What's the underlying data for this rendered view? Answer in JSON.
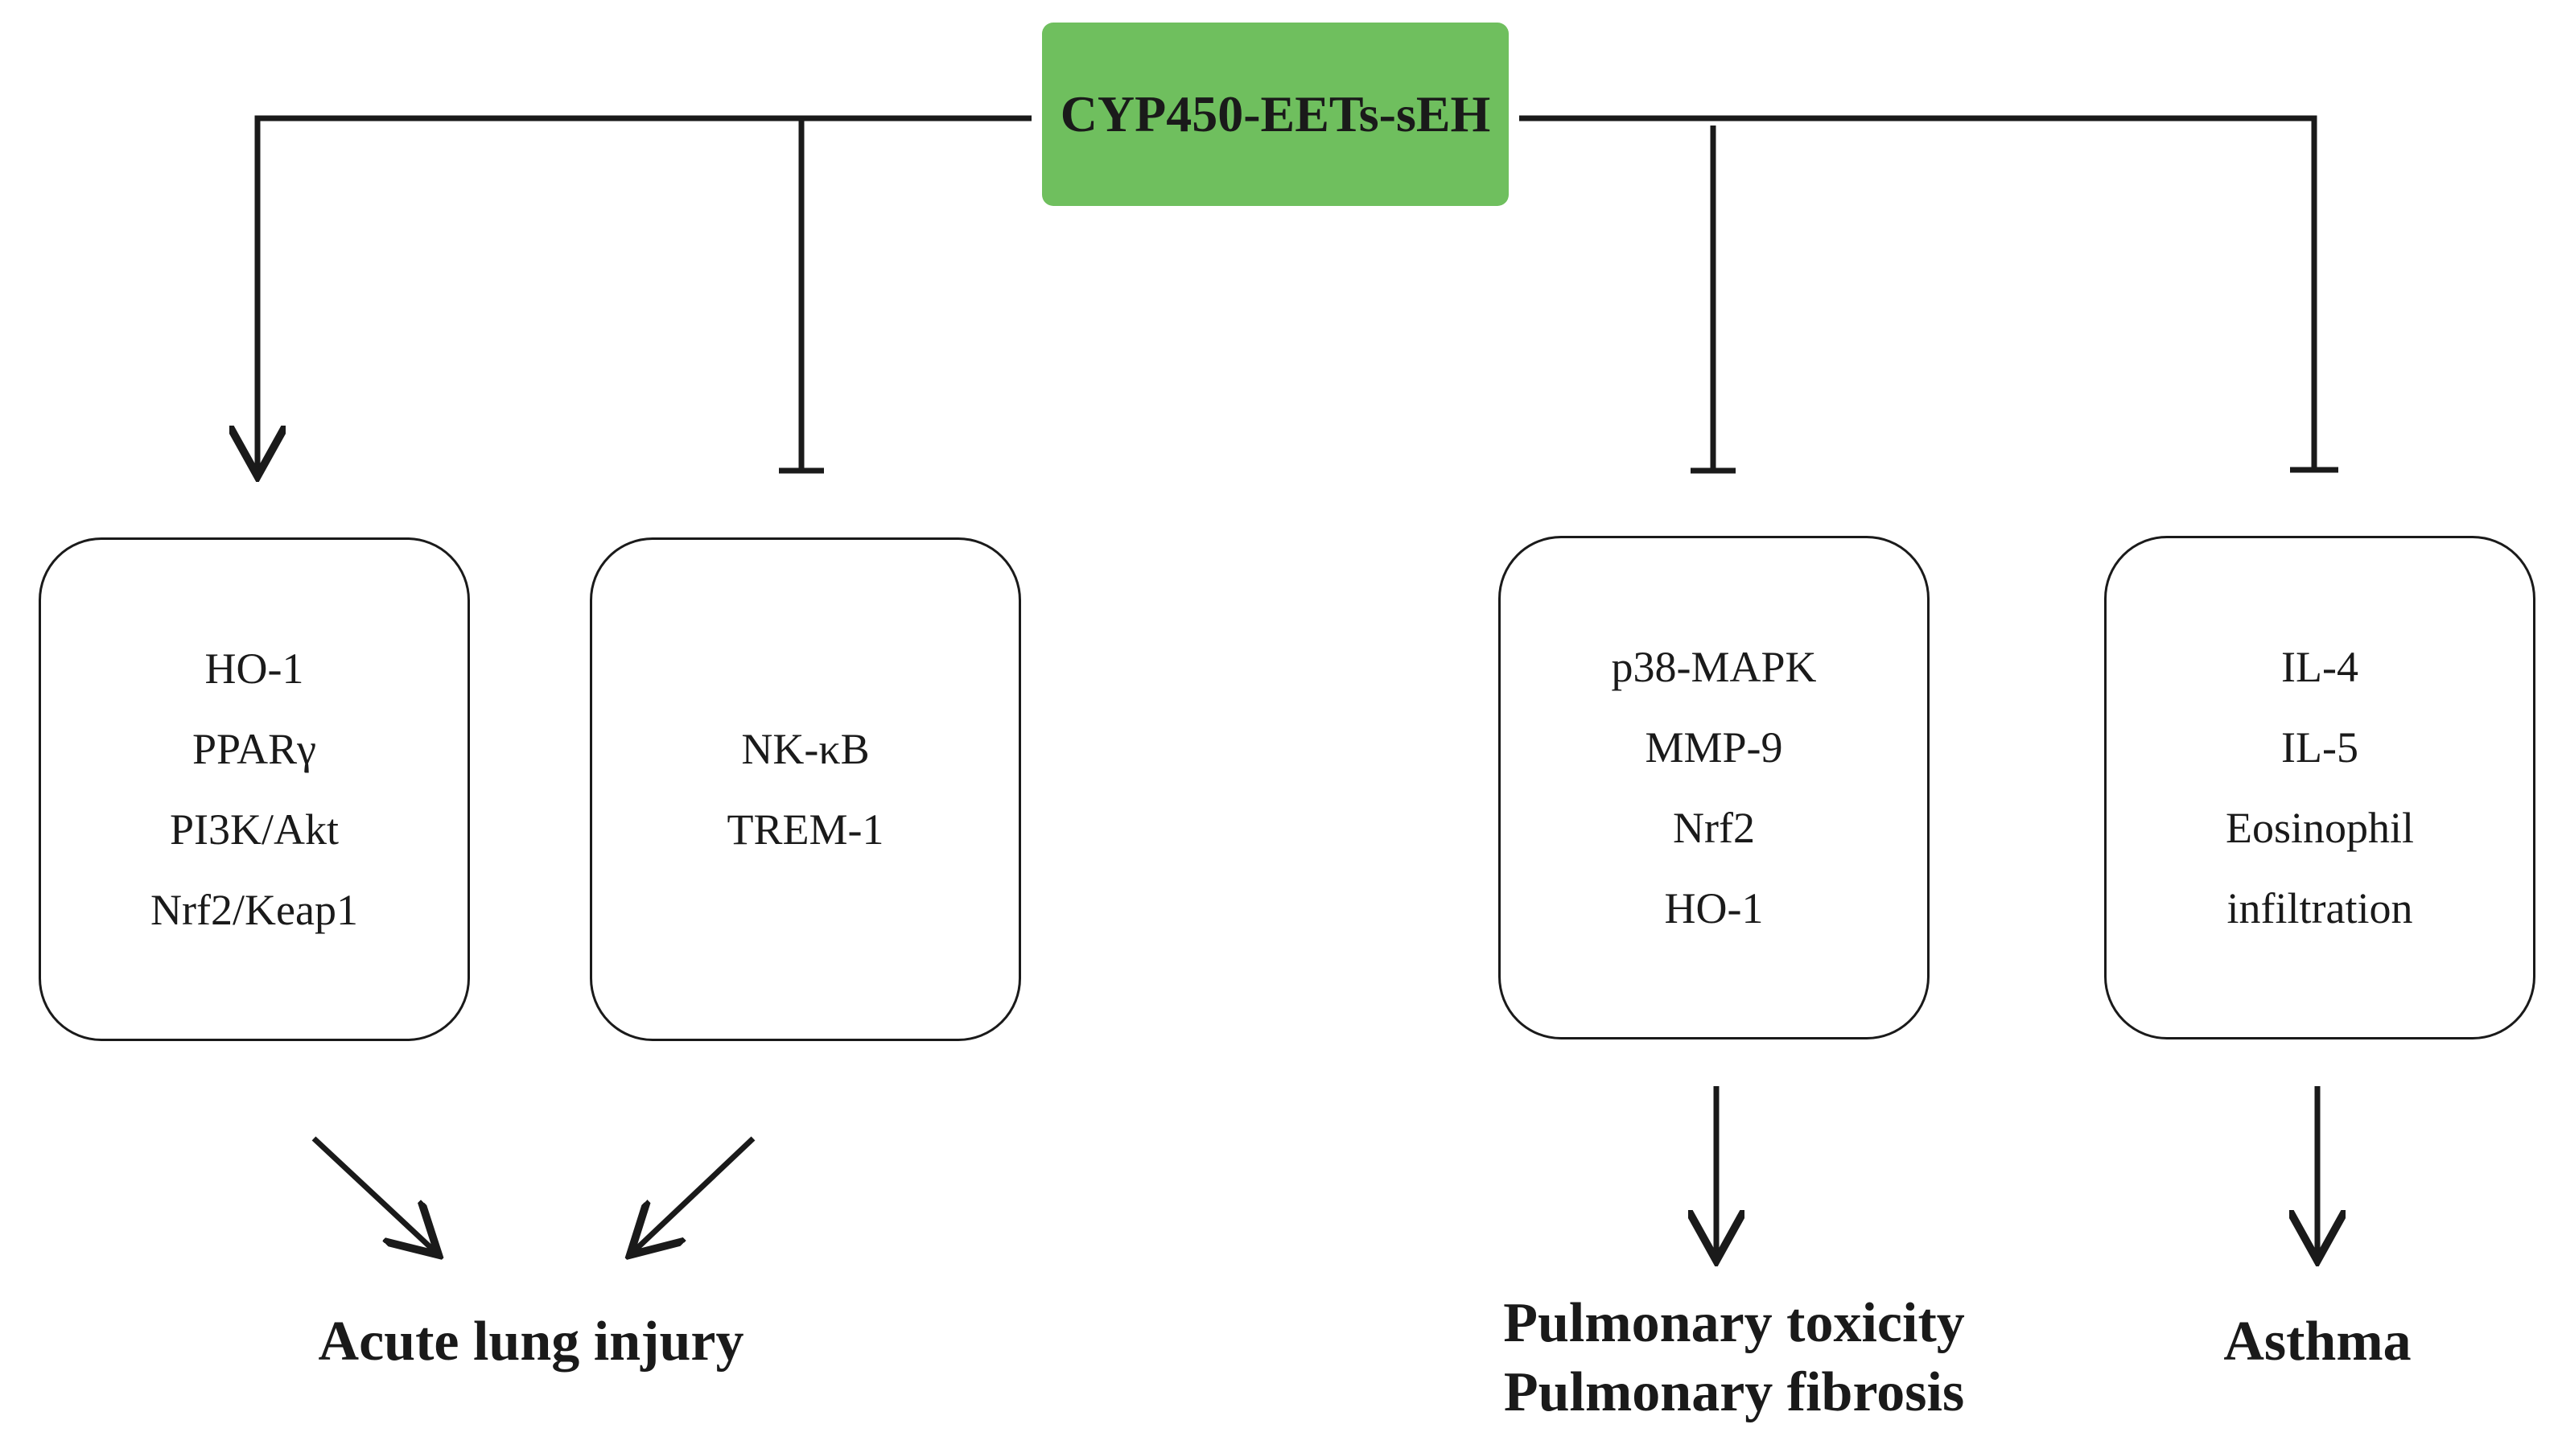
{
  "root": {
    "label": "CYP450-EETs-sEH"
  },
  "boxes": [
    {
      "items": [
        "HO-1",
        "PPARγ",
        "PI3K/Akt",
        "Nrf2/Keap1"
      ]
    },
    {
      "items": [
        "NK-κB",
        "TREM-1"
      ]
    },
    {
      "items": [
        "p38-MAPK",
        "MMP-9",
        "Nrf2",
        "HO-1"
      ]
    },
    {
      "items": [
        "IL-4",
        "IL-5",
        "Eosinophil",
        "infiltration"
      ]
    }
  ],
  "outcomes": {
    "acute": "Acute lung injury",
    "pulmonary_1": "Pulmonary toxicity",
    "pulmonary_2": "Pulmonary fibrosis",
    "asthma": "Asthma"
  }
}
